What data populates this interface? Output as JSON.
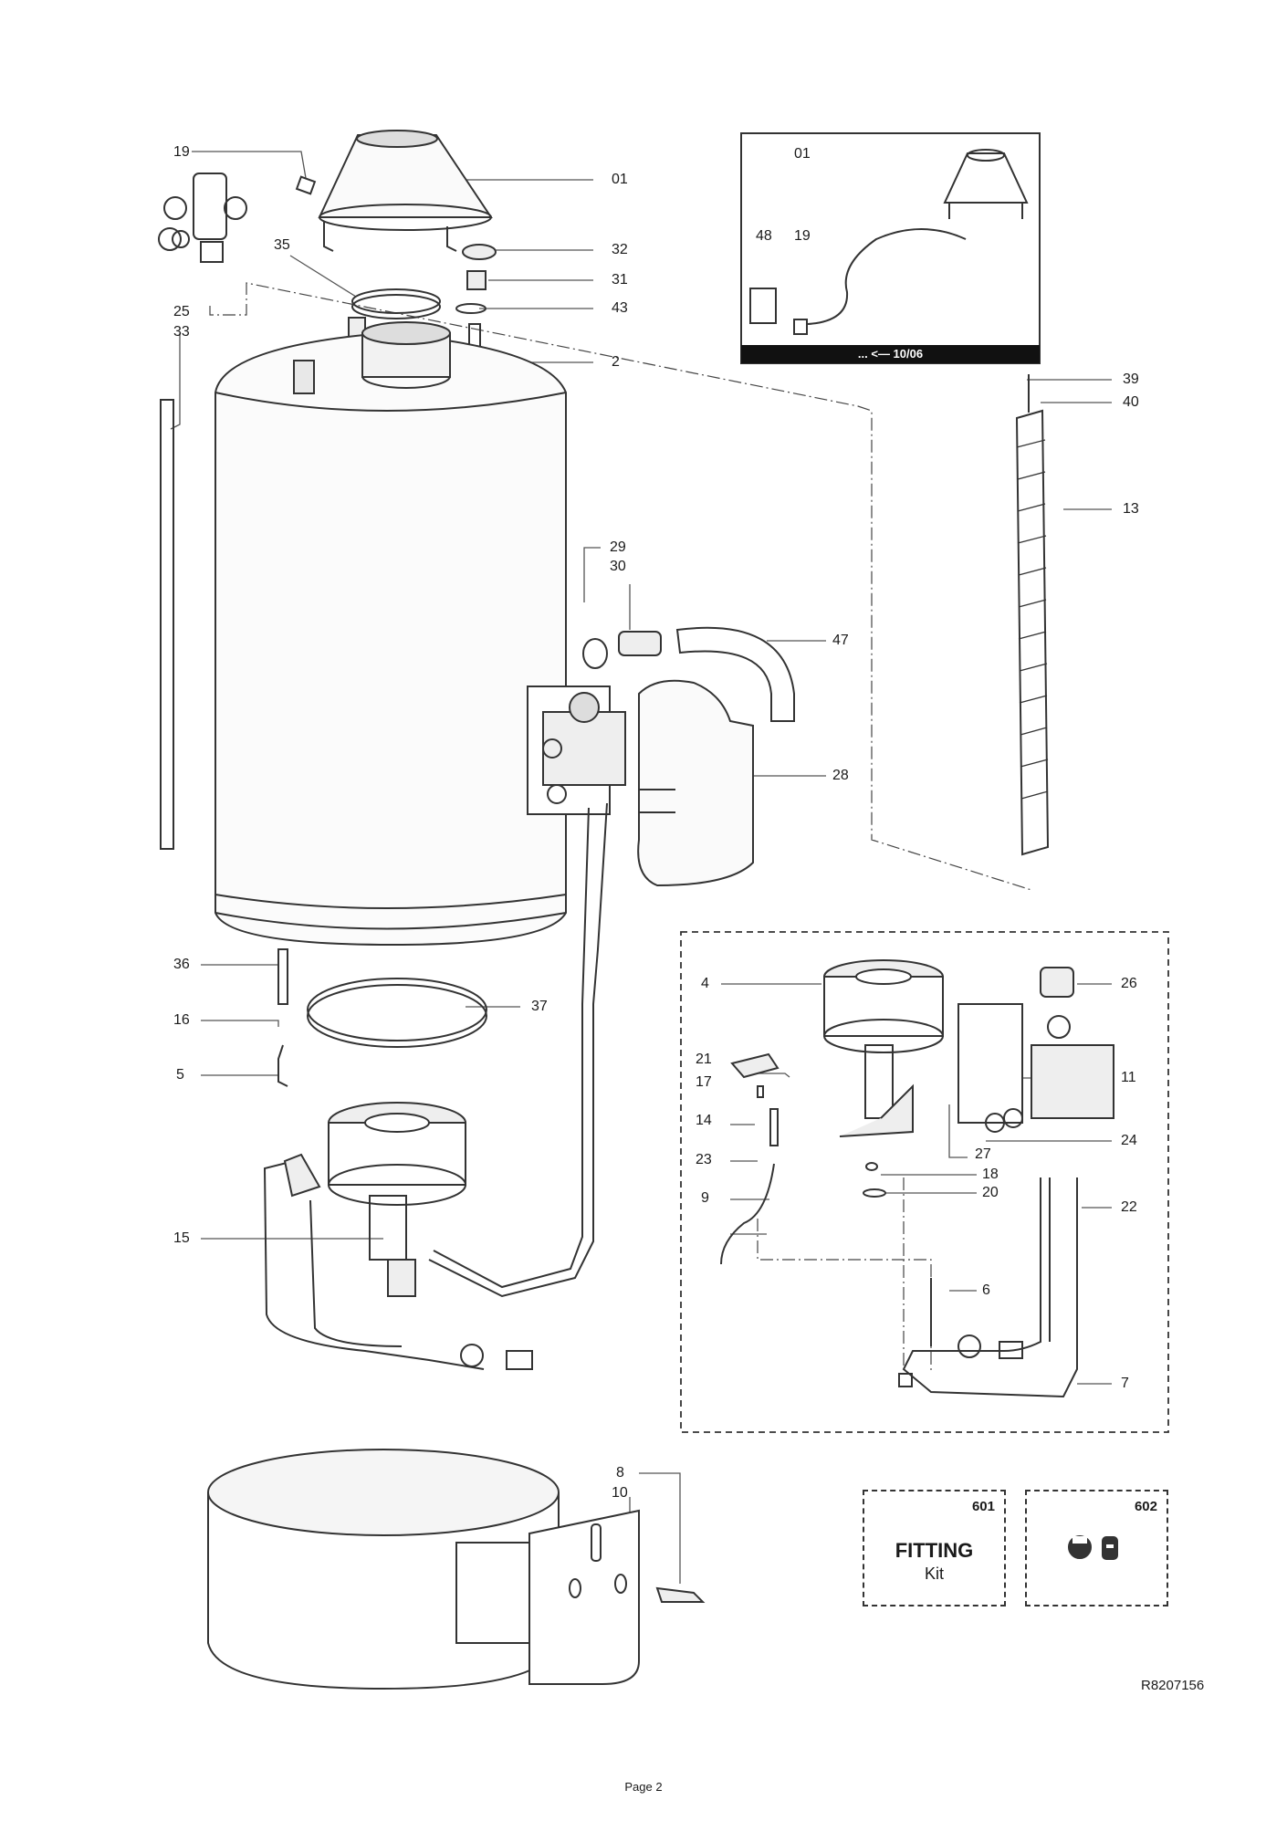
{
  "inset": {
    "labels": [
      "01",
      "48",
      "19"
    ],
    "banner": "... <— 10/06"
  },
  "callouts": [
    "19",
    "01",
    "35",
    "32",
    "31",
    "43",
    "2",
    "25",
    "33",
    "39",
    "40",
    "13",
    "29",
    "30",
    "47",
    "28",
    "36",
    "16",
    "37",
    "5",
    "15",
    "4",
    "26",
    "21",
    "11",
    "17",
    "14",
    "24",
    "27",
    "23",
    "18",
    "9",
    "20",
    "22",
    "6",
    "7",
    "8",
    "10"
  ],
  "kits": [
    {
      "number": "601",
      "title": "FITTING",
      "subtitle": "Kit"
    },
    {
      "number": "602",
      "icons": [
        "plug-icon",
        "nipple-icon"
      ]
    }
  ],
  "reference": "R8207156",
  "page_label": "Page 2"
}
